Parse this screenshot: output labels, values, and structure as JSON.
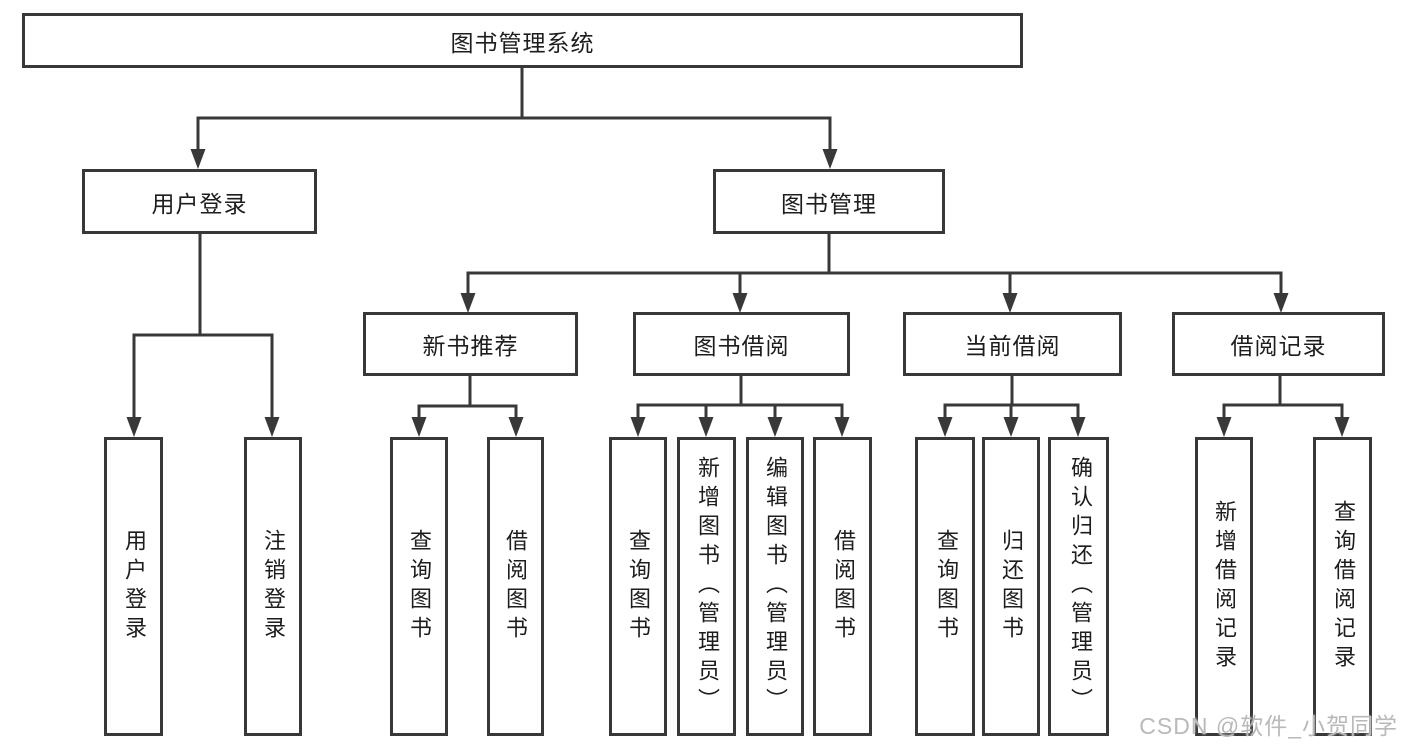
{
  "page": {
    "background": "#ffffff"
  },
  "colors": {
    "line": "#383838",
    "box_border": "#383838",
    "box_fill": "#ffffff",
    "text": "#1d1d1d",
    "watermark": "#b9b9b9"
  },
  "watermark": {
    "text": "CSDN @软件_小贺同学"
  },
  "tree": {
    "root": {
      "label": "图书管理系统",
      "children": [
        {
          "label": "用户登录",
          "children": [
            {
              "label": "用户登录"
            },
            {
              "label": "注销登录"
            }
          ]
        },
        {
          "label": "图书管理",
          "children": [
            {
              "label": "新书推荐",
              "children": [
                {
                  "label": "查询图书"
                },
                {
                  "label": "借阅图书"
                }
              ]
            },
            {
              "label": "图书借阅",
              "children": [
                {
                  "label": "查询图书"
                },
                {
                  "label": "新增图书（管理员）"
                },
                {
                  "label": "编辑图书（管理员）"
                },
                {
                  "label": "借阅图书"
                }
              ]
            },
            {
              "label": "当前借阅",
              "children": [
                {
                  "label": "查询图书"
                },
                {
                  "label": "归还图书"
                },
                {
                  "label": "确认归还（管理员）"
                }
              ]
            },
            {
              "label": "借阅记录",
              "children": [
                {
                  "label": "新增借阅记录"
                },
                {
                  "label": "查询借阅记录"
                }
              ]
            }
          ]
        }
      ]
    }
  }
}
